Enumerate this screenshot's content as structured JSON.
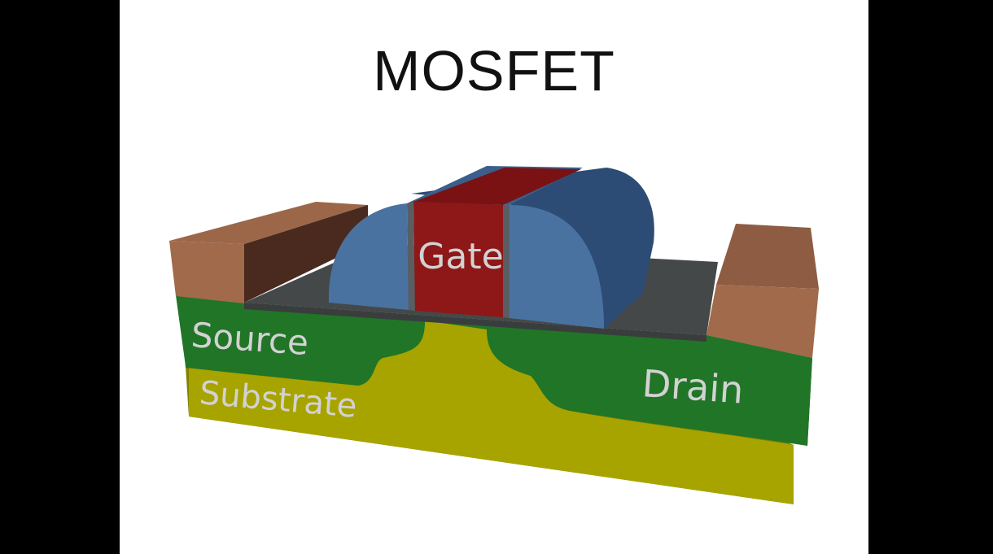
{
  "title": "MOSFET",
  "labels": {
    "gate": "Gate",
    "source": "Source",
    "drain": "Drain",
    "substrate": "Substrate"
  },
  "colors": {
    "background": "#ffffff",
    "letterbox": "#000000",
    "gate": "#8e1718",
    "oxide_spacer": "#4a72a0",
    "source_drain": "#217527",
    "substrate": "#828000",
    "channel": "#a7a400",
    "contact": "#9c6749",
    "dielectric_surface": "#454849",
    "label_text": "#d2d2d2"
  }
}
